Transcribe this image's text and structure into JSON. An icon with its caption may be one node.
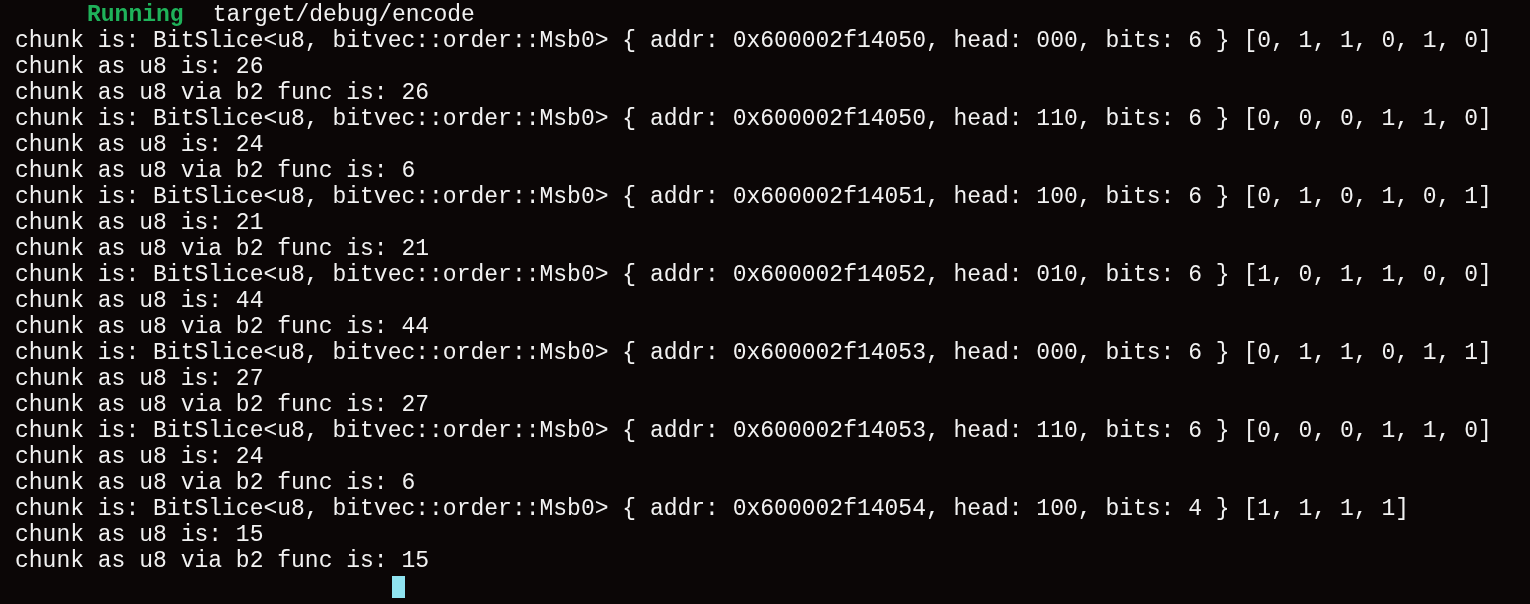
{
  "diagram": {
    "labels": [
      "Running",
      "target/debug/encode",
      "chunk is: BitSlice<u8, bitvec::order::Msb0> { addr: 0x600002f14050, head: 000, bits: 6 } [0, 1, 1, 0, 1, 0]",
      "chunk as u8 is: 26",
      "chunk as u8 via b2 func is: 26",
      "chunk is: BitSlice<u8, bitvec::order::Msb0> { addr: 0x600002f14050, head: 110, bits: 6 } [0, 0, 0, 1, 1, 0]",
      "chunk as u8 is: 24",
      "chunk as u8 via b2 func is: 6",
      "chunk is: BitSlice<u8, bitvec::order::Msb0> { addr: 0x600002f14051, head: 100, bits: 6 } [0, 1, 0, 1, 0, 1]",
      "chunk as u8 is: 21",
      "chunk as u8 via b2 func is: 21",
      "chunk is: BitSlice<u8, bitvec::order::Msb0> { addr: 0x600002f14052, head: 010, bits: 6 } [1, 0, 1, 1, 0, 0]",
      "chunk as u8 is: 44",
      "chunk as u8 via b2 func is: 44",
      "chunk is: BitSlice<u8, bitvec::order::Msb0> { addr: 0x600002f14053, head: 000, bits: 6 } [0, 1, 1, 0, 1, 1]",
      "chunk as u8 is: 27",
      "chunk as u8 via b2 func is: 27",
      "chunk is: BitSlice<u8, bitvec::order::Msb0> { addr: 0x600002f14053, head: 110, bits: 6 } [0, 0, 0, 1, 1, 0]",
      "chunk as u8 is: 24",
      "chunk as u8 via b2 func is: 6",
      "chunk is: BitSlice<u8, bitvec::order::Msb0> { addr: 0x600002f14054, head: 100, bits: 4 } [1, 1, 1, 1]",
      "chunk as u8 is: 15",
      "chunk as u8 via b2 func is: 15"
    ]
  }
}
